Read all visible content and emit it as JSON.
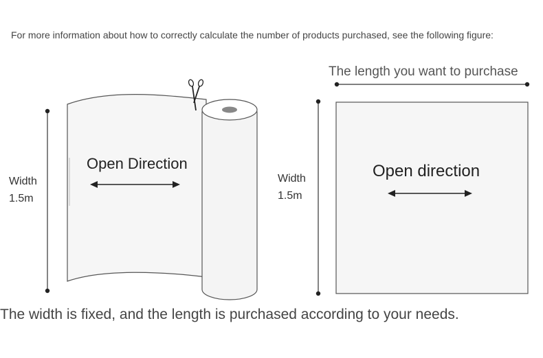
{
  "intro_text": "For more information about how to correctly calculate the number of products purchased, see the following figure:",
  "roll": {
    "direction_label": "Open Direction",
    "width_label": "Width",
    "width_value": "1.5m"
  },
  "sheet": {
    "length_label": "The length you want to purchase",
    "direction_label": "Open direction",
    "width_label": "Width",
    "width_value": "1.5m"
  },
  "footer_text": "The width is fixed, and the length is purchased according to your needs."
}
